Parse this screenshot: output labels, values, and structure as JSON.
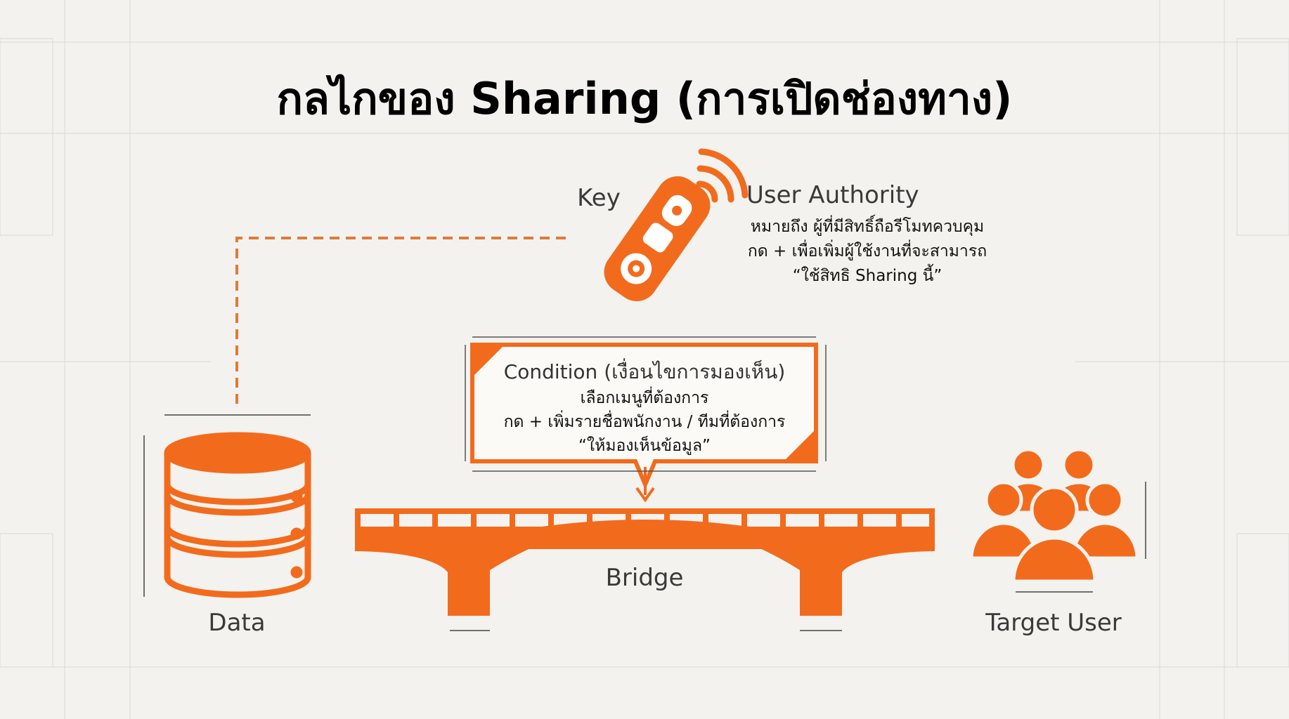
{
  "title": "กลไกของ Sharing (การเปิดช่องทาง)",
  "key": {
    "label": "Key",
    "icon": "remote-control-icon"
  },
  "user_authority": {
    "title": "User Authority",
    "lines": [
      "หมายถึง ผู้ที่มีสิทธิ์ถือรีโมทควบคุม",
      "กด + เพื่อเพิ่มผู้ใช้งานที่จะสามารถ",
      "“ใช้สิทธิ Sharing นี้”"
    ]
  },
  "condition": {
    "title": "Condition (เงื่อนไขการมองเห็น)",
    "lines": [
      "เลือกเมนูที่ต้องการ",
      "กด + เพิ่มรายชื่อพนักงาน / ทีมที่ต้องการ",
      "“ให้มองเห็นข้อมูล”"
    ]
  },
  "data": {
    "label": "Data",
    "icon": "database-icon"
  },
  "bridge": {
    "label": "Bridge",
    "icon": "bridge-icon"
  },
  "target_user": {
    "label": "Target User",
    "icon": "users-group-icon"
  },
  "colors": {
    "accent": "#f26b1d",
    "background": "#f3f2ee",
    "text": "#2b2b2b"
  }
}
